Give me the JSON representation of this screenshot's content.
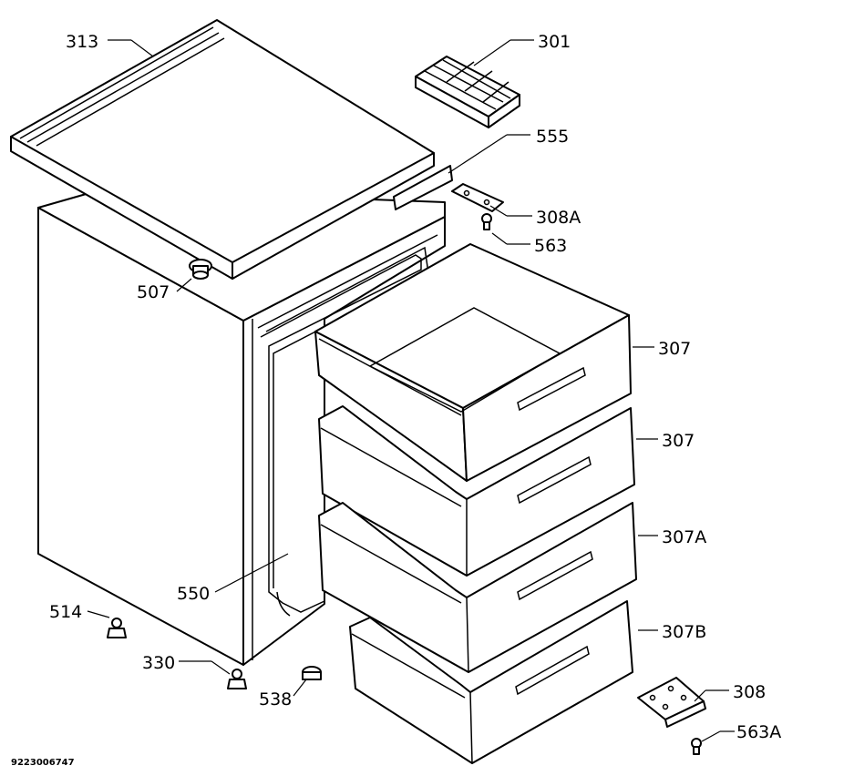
{
  "diagram": {
    "document_code": "9223006747",
    "labels": {
      "p313": "313",
      "p301": "301",
      "p555": "555",
      "p308A": "308A",
      "p563": "563",
      "p507": "507",
      "p307_top": "307",
      "p307_second": "307",
      "p307A": "307A",
      "p307B": "307B",
      "p550": "550",
      "p514": "514",
      "p330": "330",
      "p538": "538",
      "p308": "308",
      "p563A": "563A"
    }
  }
}
